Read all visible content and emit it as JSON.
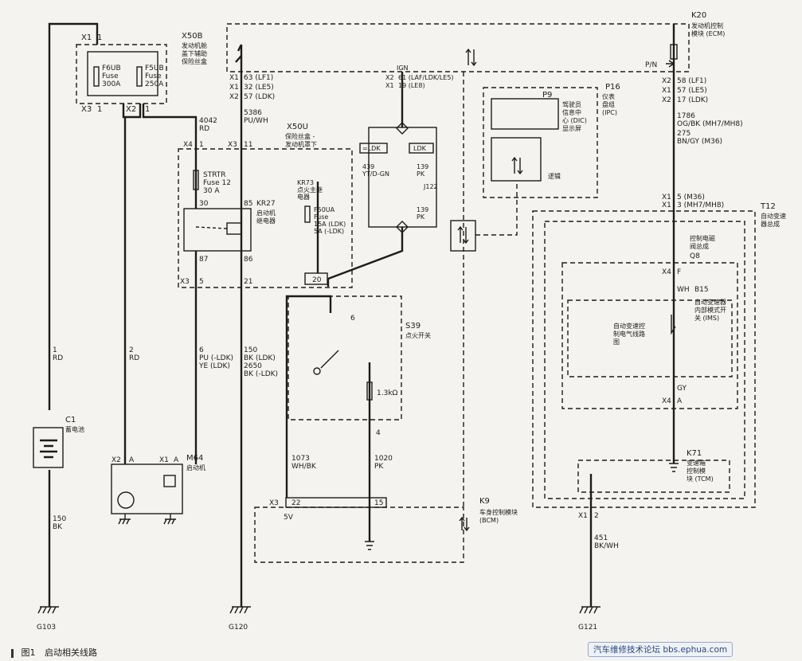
{
  "caption": {
    "number": "图1",
    "title": "启动相关线路"
  },
  "watermark": "汽车维修技术论坛 bbs.ephua.com",
  "components": {
    "x50b": {
      "id": "X50B",
      "name": [
        "发动机舱",
        "盖下辅助",
        "保险丝盒"
      ]
    },
    "f6ub": [
      "F6UB",
      "Fuse",
      "300A"
    ],
    "f5ub": [
      "F5UB",
      "Fuse",
      "250A"
    ],
    "k20": {
      "id": "K20",
      "name": [
        "发动机控制",
        "模块 (ECM)"
      ]
    },
    "pn": "P/N",
    "x50u": {
      "id": "X50U",
      "name": [
        "保险丝盒 -",
        "发动机罩下"
      ]
    },
    "strtr": [
      "STRTR",
      "Fuse 12",
      "30 A"
    ],
    "kr27": {
      "id": "KR27",
      "name": [
        "启动机",
        "继电器"
      ]
    },
    "kr73": [
      "KR73",
      "点火主继",
      "电器"
    ],
    "f50ua": [
      "F50UA",
      "Fuse",
      "15A (LDK)",
      "5A (-LDK)"
    ],
    "p16": {
      "id": "P16",
      "name": [
        "仪表",
        "盘组",
        "(IPC)"
      ]
    },
    "p9": {
      "id": "P9",
      "name": [
        "驾驶员",
        "信息中",
        "心 (DIC)",
        "显示屏"
      ]
    },
    "logic": "逻辑",
    "s39": {
      "id": "S39",
      "name": "点火开关"
    },
    "res": "1.3kΩ",
    "c1": {
      "id": "C1",
      "name": "蓄电池"
    },
    "m64": {
      "id": "M64",
      "name": "启动机"
    },
    "k9": {
      "id": "K9",
      "name": [
        "车身控制模块",
        "(BCM)"
      ]
    },
    "fivev": "5V",
    "t12": {
      "id": "T12",
      "name": [
        "自动变速",
        "器总成"
      ]
    },
    "q8": {
      "id": "Q8",
      "name": [
        "控制电磁",
        "阀总成"
      ]
    },
    "b15": {
      "id": "B15",
      "name": [
        "自动变速器",
        "内部模式开",
        "关 (IMS)"
      ]
    },
    "tcc": [
      "自动变速控",
      "制电气线路",
      "图"
    ],
    "k71": {
      "id": "K71",
      "name": [
        "变速箱",
        "控制模",
        "块 (TCM)"
      ]
    },
    "ldk": "=LDK",
    "nldk": "LDK",
    "j122": "J122",
    "ign": "IGN"
  },
  "connectors": {
    "x1_1": "X1",
    "p1": "1",
    "x3_b": "X3",
    "p1b": "1",
    "x2_b": "X2",
    "p1c": "1",
    "x4": "X4",
    "p1d": "1",
    "x3_c": "X3",
    "p11": "11",
    "p30": "30",
    "p85": "85",
    "p87": "87",
    "p86": "86",
    "x3_d": "X3",
    "p5": "5",
    "p21": "21",
    "p20": "20",
    "x1_e": "X1",
    "p63": "63 (LF1)",
    "x1_f": "X1",
    "p32": "32 (LE5)",
    "x2_g": "X2",
    "p57": "57 (LDK)",
    "ign_x2": "X2",
    "ign_x1": "X1",
    "ign_61": "61 (LAF/LDK/LE5)",
    "ign_19": "19 (LE8)",
    "k20_x2": "X2",
    "k20_58": "58 (LF1)",
    "k20_x1": "X1",
    "k20_57": "57 (LE5)",
    "k20_x2b": "X2",
    "k20_17": "17 (LDK)",
    "m36_x1": "X1",
    "m36_5": "5 (M36)",
    "m36_x1b": "X1",
    "m36_3": "3 (MH7/MH8)",
    "x4_f": "X4",
    "pf": "F",
    "x4_a": "X4",
    "pa": "A",
    "p6": "6",
    "p4": "4",
    "x3_k9": "X3",
    "p22": "22",
    "p15": "15",
    "x2_a": "X2",
    "pa2": "A",
    "x1_a": "X1",
    "pa3": "A",
    "p2": "2",
    "x1_2": "X1"
  },
  "wires": {
    "w1": [
      "1",
      "RD"
    ],
    "w2": [
      "2",
      "RD"
    ],
    "w4042": [
      "4042",
      "RD"
    ],
    "w5386": [
      "5386",
      "PU/WH"
    ],
    "w6": [
      "6",
      "PU (-LDK)",
      "YE (LDK)"
    ],
    "w150a": [
      "150",
      "BK (LDK)",
      "2650",
      "BK (-LDK)"
    ],
    "w150b": [
      "150",
      "BK"
    ],
    "w439": [
      "439",
      "YT/D-GN"
    ],
    "w139a": [
      "139",
      "PK"
    ],
    "w139b": [
      "139",
      "PK"
    ],
    "w1786": [
      "1786",
      "OG/BK (MH7/MH8)",
      "275",
      "BN/GY (M36)"
    ],
    "wwh": "WH",
    "wgy": "GY",
    "w1073": [
      "1073",
      "WH/BK"
    ],
    "w1020": [
      "1020",
      "PK"
    ],
    "w451": [
      "451",
      "BK/WH"
    ]
  },
  "grounds": {
    "g103": "G103",
    "g120": "G120",
    "g121": "G121"
  },
  "colors": {
    "ink": "#1c1c1c",
    "paper": "#f4f3ef",
    "watermark": "#2b4a7a"
  }
}
